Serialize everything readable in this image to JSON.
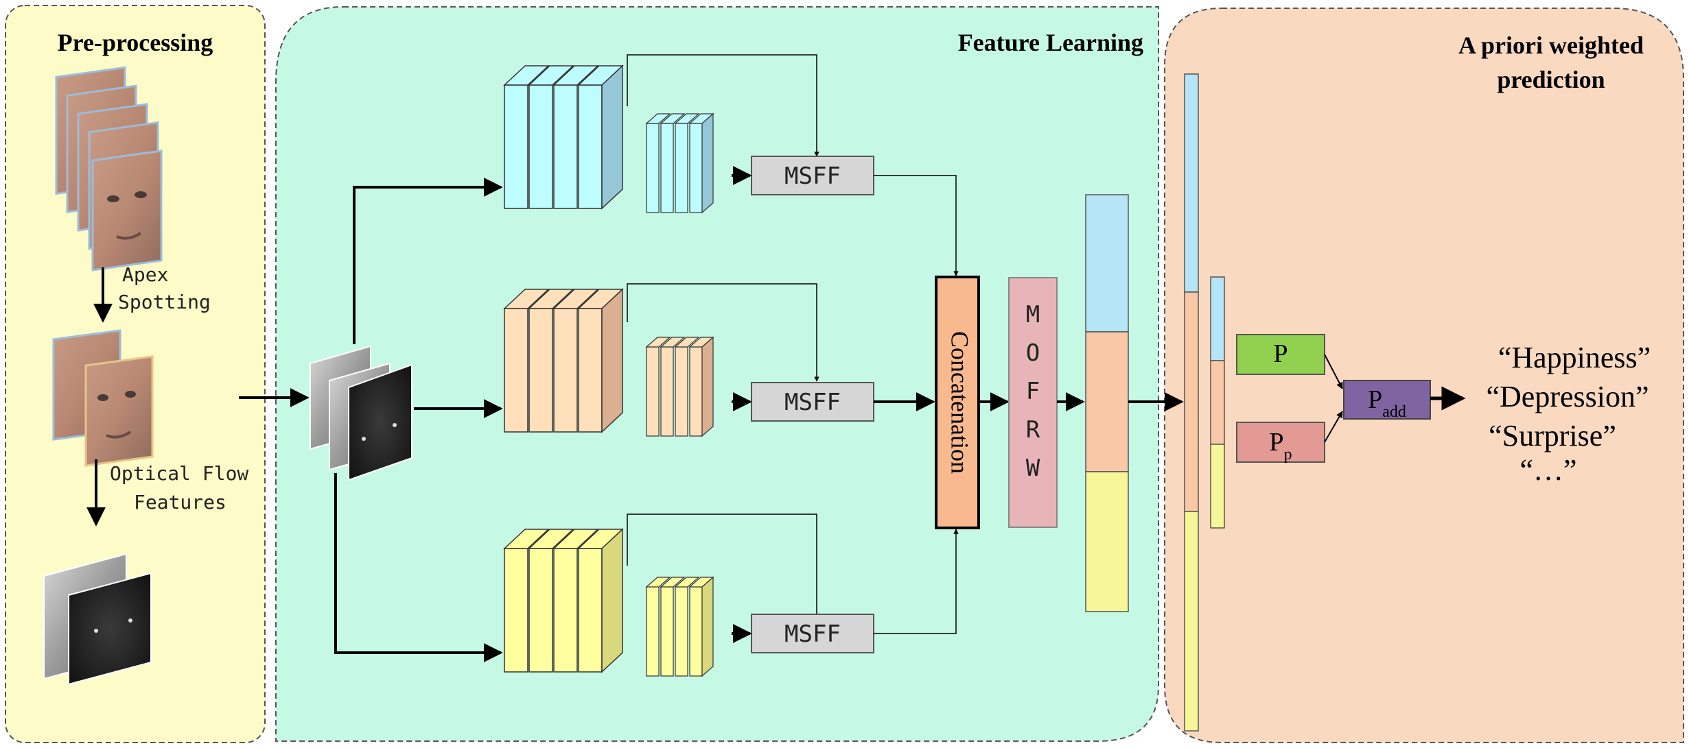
{
  "panels": {
    "preprocessing": {
      "title": "Pre-processing",
      "fill": "#fdfbc7"
    },
    "feature_learning": {
      "title": "Feature Learning",
      "fill": "#c6f8e6"
    },
    "prediction": {
      "title_line1": "A priori weighted",
      "title_line2": "prediction",
      "fill": "#f9d9c0"
    }
  },
  "preprocessing": {
    "step1_line1": "Apex",
    "step1_line2": "Spotting",
    "step2_line1": "Optical Flow",
    "step2_line2": "Features"
  },
  "feature_learning": {
    "msff_label": "MSFF",
    "concat_label": "Concatenation",
    "mofrw_letters": [
      "M",
      "O",
      "F",
      "R",
      "W"
    ],
    "branch_colors": [
      "#a9e2f7",
      "#f9c8a6",
      "#f7f68e"
    ]
  },
  "prediction": {
    "p_base": "P",
    "pp_base": "P",
    "pp_sub": "p",
    "padd_base": "P",
    "padd_sub": "add",
    "p_color": "#92d050",
    "pp_color": "#e39a94",
    "padd_color": "#8064a2",
    "outputs": [
      "“Happiness”",
      "“Depression”",
      "“Surprise”",
      "“…”"
    ]
  }
}
